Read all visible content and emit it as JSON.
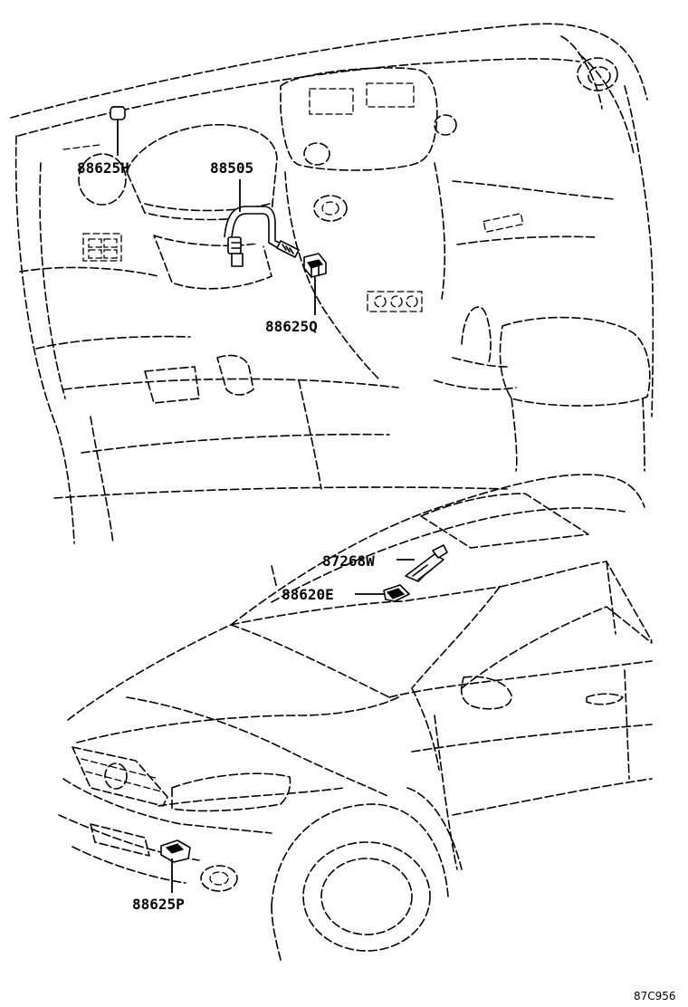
{
  "diagram": {
    "callouts": [
      {
        "id": "c1",
        "part_no": "88625H"
      },
      {
        "id": "c2",
        "part_no": "88505"
      },
      {
        "id": "c3",
        "part_no": "88625Q"
      },
      {
        "id": "c4",
        "part_no": "87268W"
      },
      {
        "id": "c5",
        "part_no": "88620E"
      },
      {
        "id": "c6",
        "part_no": "88625P"
      }
    ],
    "figure_code": "87C956"
  }
}
